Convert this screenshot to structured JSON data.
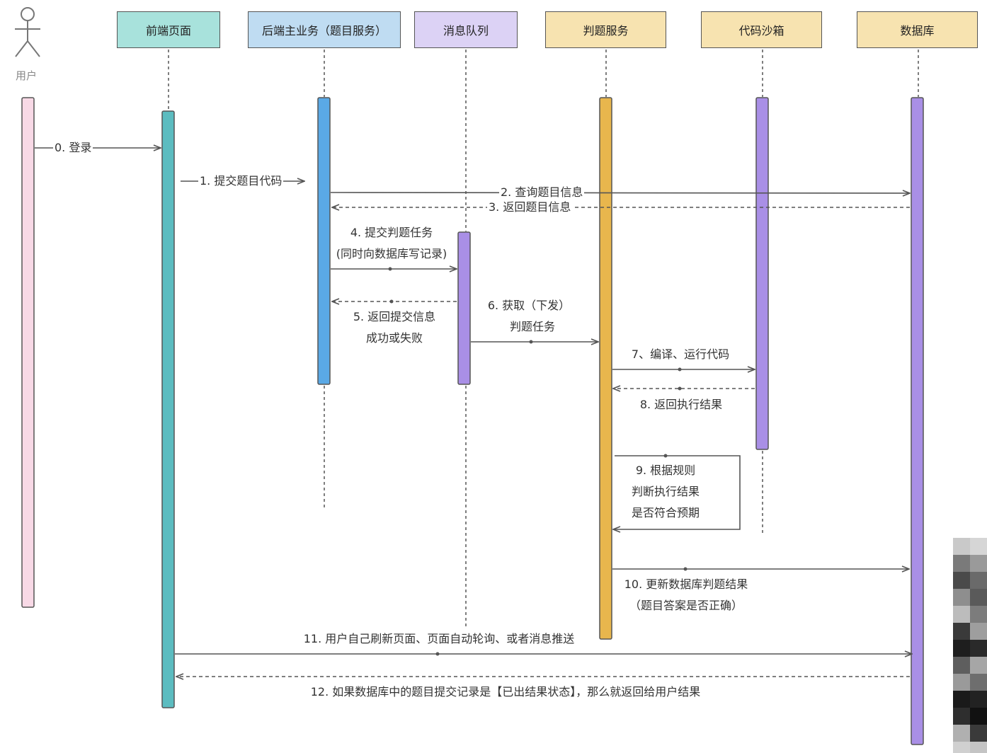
{
  "actor": {
    "label": "用户",
    "icon": "stick-figure-icon"
  },
  "participants": [
    {
      "id": "frontend",
      "label": "前端页面",
      "color": "#a8e2dc"
    },
    {
      "id": "backend",
      "label": "后端主业务（题目服务）",
      "color": "#bfdcf2"
    },
    {
      "id": "mq",
      "label": "消息队列",
      "color": "#dcd2f5"
    },
    {
      "id": "judge",
      "label": "判题服务",
      "color": "#f7e3b0"
    },
    {
      "id": "sandbox",
      "label": "代码沙箱",
      "color": "#f7e3b0"
    },
    {
      "id": "db",
      "label": "数据库",
      "color": "#f7e3b0"
    }
  ],
  "bar_colors": {
    "user": "#f8d9e6",
    "frontend": "#5cbcc0",
    "backend": "#5aa9e6",
    "mq": "#a98fe6",
    "judge": "#e8b64d",
    "sandbox": "#a98fe6",
    "db": "#a98fe6"
  },
  "messages": {
    "m0": "0. 登录",
    "m1": "1. 提交题目代码",
    "m2": "2.  查询题目信息",
    "m3": "3. 返回题目信息",
    "m4a": "4. 提交判题任务",
    "m4b": "(同时向数据库写记录)",
    "m5a": "5. 返回提交信息",
    "m5b": "成功或失败",
    "m6a": "6. 获取（下发）",
    "m6b": "判题任务",
    "m7": "7、编译、运行代码",
    "m8": "8. 返回执行结果",
    "m9a": "9. 根据规则",
    "m9b": "判断执行结果",
    "m9c": "是否符合预期",
    "m10a": "10. 更新数据库判题结果",
    "m10b": "（题目答案是否正确）",
    "m11": "11. 用户自己刷新页面、页面自动轮询、或者消息推送",
    "m12": "12. 如果数据库中的题目提交记录是【已出结果状态】，那么就返回给用户结果"
  }
}
